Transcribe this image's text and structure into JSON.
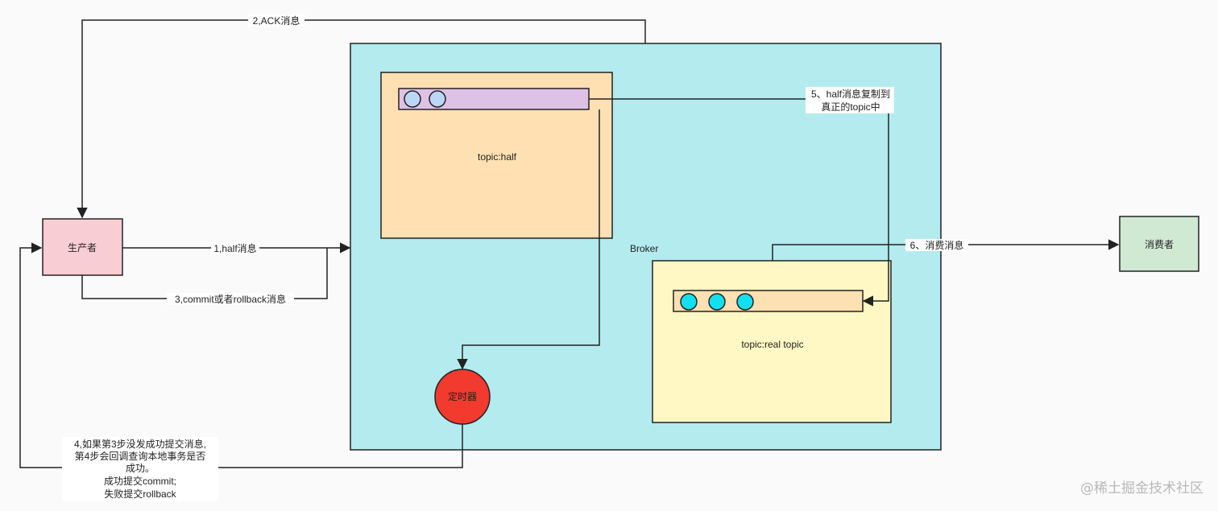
{
  "nodes": {
    "producer": "生产者",
    "consumer": "消费者",
    "broker": "Broker",
    "topic_half": "topic:half",
    "topic_real": "topic:real topic",
    "timer": "定时器"
  },
  "edges": {
    "step1": "1,half消息",
    "step2": "2,ACK消息",
    "step3": "3,commit或者rollback消息",
    "step4": [
      "4,如果第3步没发成功提交消息,",
      "第4步会回调查询本地事务是否",
      "成功。",
      "成功提交commit;",
      "失败提交rollback"
    ],
    "step5": [
      "5、half消息复制到",
      "真正的topic中"
    ],
    "step6": "6、消费消息"
  },
  "watermark": "@稀土掘金技术社区",
  "colors": {
    "producer_fill": "#f8cdd3",
    "consumer_fill": "#cfe9d3",
    "broker_fill": "#b3ebef",
    "topic_half_fill": "#ffe0b3",
    "topic_real_fill": "#fff8c4",
    "queue_half_fill": "#e0c1e6",
    "queue_real_fill": "#ffe0b3",
    "msg_half_fill": "#bcd7f5",
    "msg_real_fill": "#12e0f0",
    "timer_fill": "#f23a2e",
    "stroke": "#222222"
  }
}
